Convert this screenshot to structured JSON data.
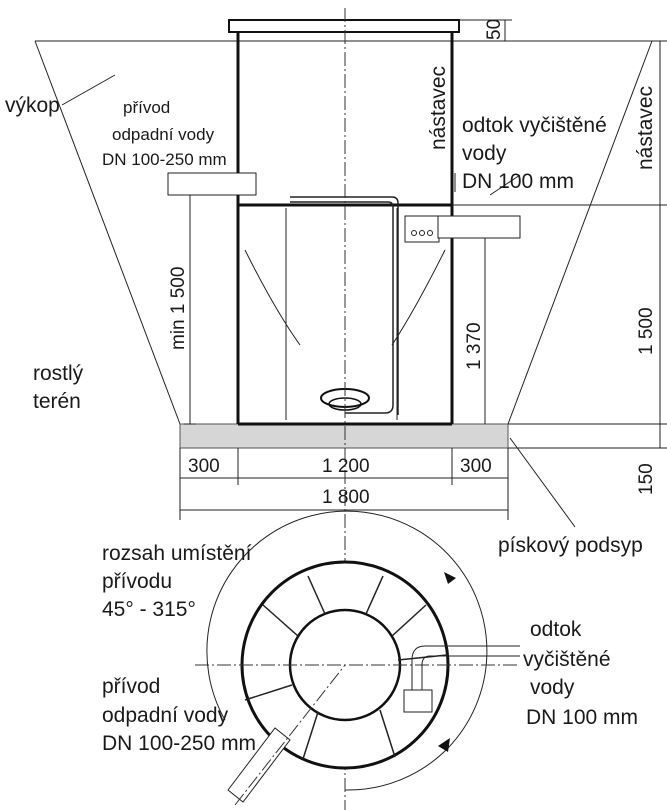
{
  "labels": {
    "vykop": "výkop",
    "privod_top": [
      "přívod",
      "odpadní vody",
      "DN 100-250 mm"
    ],
    "odtok_top": [
      "odtok vyčištěné",
      "vody",
      "DN 100 mm"
    ],
    "nastavec_inner": "nástavec",
    "nastavec_right": "nástavec",
    "rostly": [
      "rostlý",
      "terén"
    ],
    "piskovy": "pískový podsyp",
    "rozsah": [
      "rozsah umístění",
      "přívodu",
      "45° - 315°"
    ],
    "odtok_bottom": [
      "odtok",
      "vyčištěné",
      "vody",
      "DN 100 mm"
    ],
    "privod_bottom": [
      "přívod",
      "odpadní vody",
      "DN 100-250 mm"
    ]
  },
  "dimensions": {
    "top_cap": "50",
    "min_depth": "min 1 500",
    "outlet_height": "1 370",
    "section_height": "1 500",
    "base_height": "150",
    "side_left": "300",
    "diameter": "1 200",
    "side_right": "300",
    "total_width": "1 800"
  }
}
